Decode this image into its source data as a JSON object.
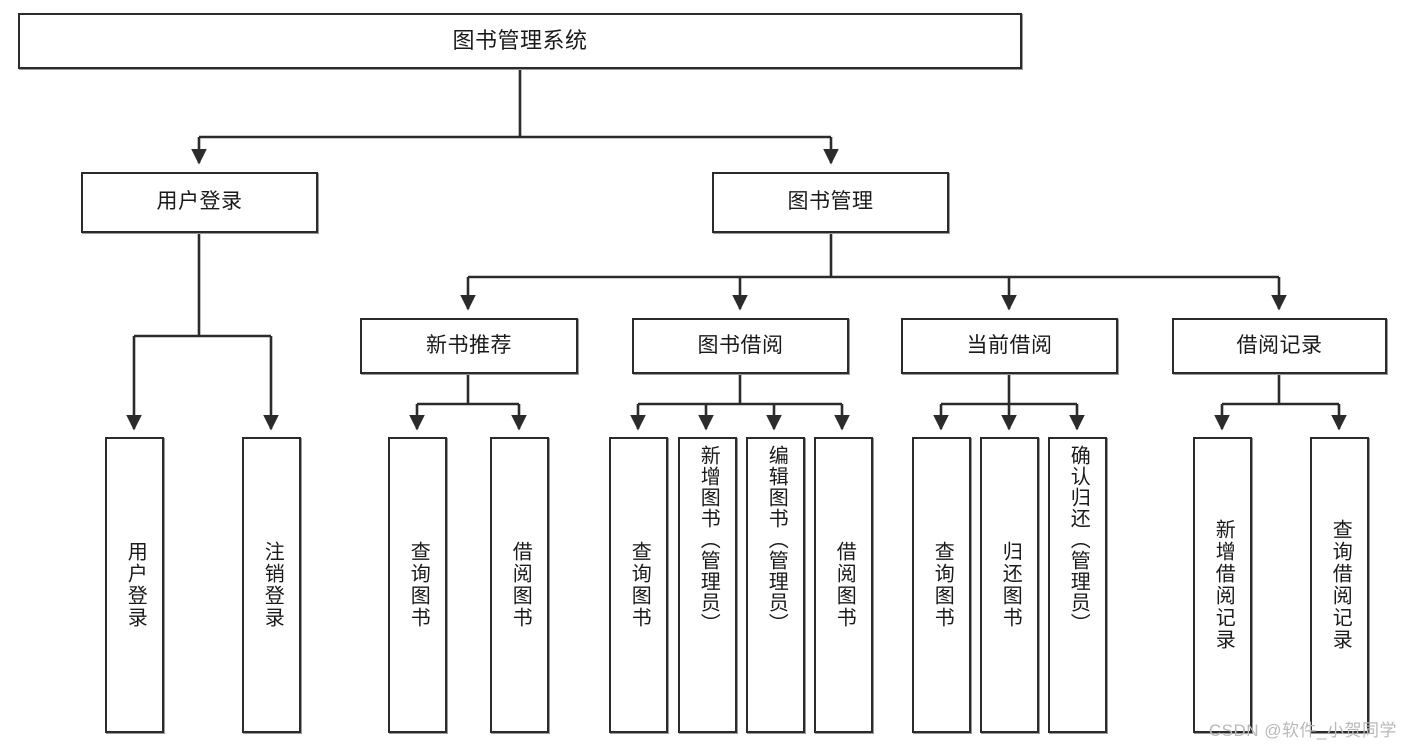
{
  "diagram": {
    "title": "图书管理系统",
    "type": "tree",
    "watermark": "CSDN @软件_小贺同学",
    "colors": {
      "border": "#2b2b2b",
      "background": "#ffffff",
      "text": "#1a1a1a",
      "edge": "#2b2b2b",
      "watermark": "#b9b9b9"
    },
    "levels": {
      "level1": [
        {
          "id": "root",
          "label": "图书管理系统"
        }
      ],
      "level2": [
        {
          "id": "user-login",
          "label": "用户登录",
          "parent": "root"
        },
        {
          "id": "book-manage",
          "label": "图书管理",
          "parent": "root"
        }
      ],
      "level3": [
        {
          "id": "new-book-recommend",
          "label": "新书推荐",
          "parent": "book-manage"
        },
        {
          "id": "book-borrow",
          "label": "图书借阅",
          "parent": "book-manage"
        },
        {
          "id": "current-borrow",
          "label": "当前借阅",
          "parent": "book-manage"
        },
        {
          "id": "borrow-record",
          "label": "借阅记录",
          "parent": "book-manage"
        }
      ],
      "level4": [
        {
          "id": "leaf-user-login",
          "label": "用户登录",
          "parent": "user-login"
        },
        {
          "id": "leaf-logout-login",
          "label": "注销登录",
          "parent": "user-login"
        },
        {
          "id": "leaf-query-book-1",
          "label": "查询图书",
          "parent": "new-book-recommend"
        },
        {
          "id": "leaf-borrow-book-1",
          "label": "借阅图书",
          "parent": "new-book-recommend"
        },
        {
          "id": "leaf-query-book-2",
          "label": "查询图书",
          "parent": "book-borrow"
        },
        {
          "id": "leaf-add-book",
          "label": "新增图书（管理员）",
          "parent": "book-borrow"
        },
        {
          "id": "leaf-edit-book",
          "label": "编辑图书（管理员）",
          "parent": "book-borrow"
        },
        {
          "id": "leaf-borrow-book-2",
          "label": "借阅图书",
          "parent": "book-borrow"
        },
        {
          "id": "leaf-query-book-3",
          "label": "查询图书",
          "parent": "current-borrow"
        },
        {
          "id": "leaf-return-book",
          "label": "归还图书",
          "parent": "current-borrow"
        },
        {
          "id": "leaf-confirm-return",
          "label": "确认归还（管理员）",
          "parent": "current-borrow"
        },
        {
          "id": "leaf-add-record",
          "label": "新增借阅记录",
          "parent": "borrow-record"
        },
        {
          "id": "leaf-query-record",
          "label": "查询借阅记录",
          "parent": "borrow-record"
        }
      ]
    }
  }
}
